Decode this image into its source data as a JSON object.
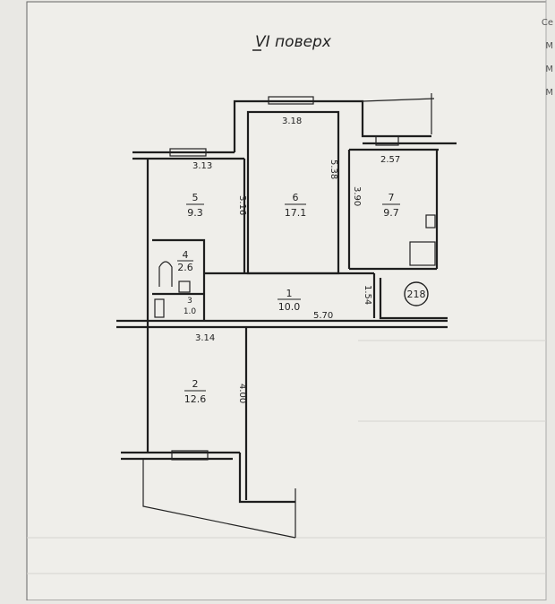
{
  "title": "VI поверх",
  "apartment_number": "218",
  "rooms": [
    {
      "number": "1",
      "area": "10.0"
    },
    {
      "number": "2",
      "area": "12.6"
    },
    {
      "number": "3",
      "area": "1.0"
    },
    {
      "number": "4",
      "area": "2.6"
    },
    {
      "number": "5",
      "area": "9.3"
    },
    {
      "number": "6",
      "area": "17.1"
    },
    {
      "number": "7",
      "area": "9.7"
    }
  ],
  "dimensions": {
    "d318": "3.18",
    "d313": "3.13",
    "d257": "2.57",
    "d316": "3.16",
    "d538": "5.38",
    "d390": "3.90",
    "d154": "1.54",
    "d570": "5.70",
    "d314": "3.14",
    "d400": "4.00"
  },
  "edge_fragments": [
    "Се",
    "М",
    "М",
    "М"
  ]
}
